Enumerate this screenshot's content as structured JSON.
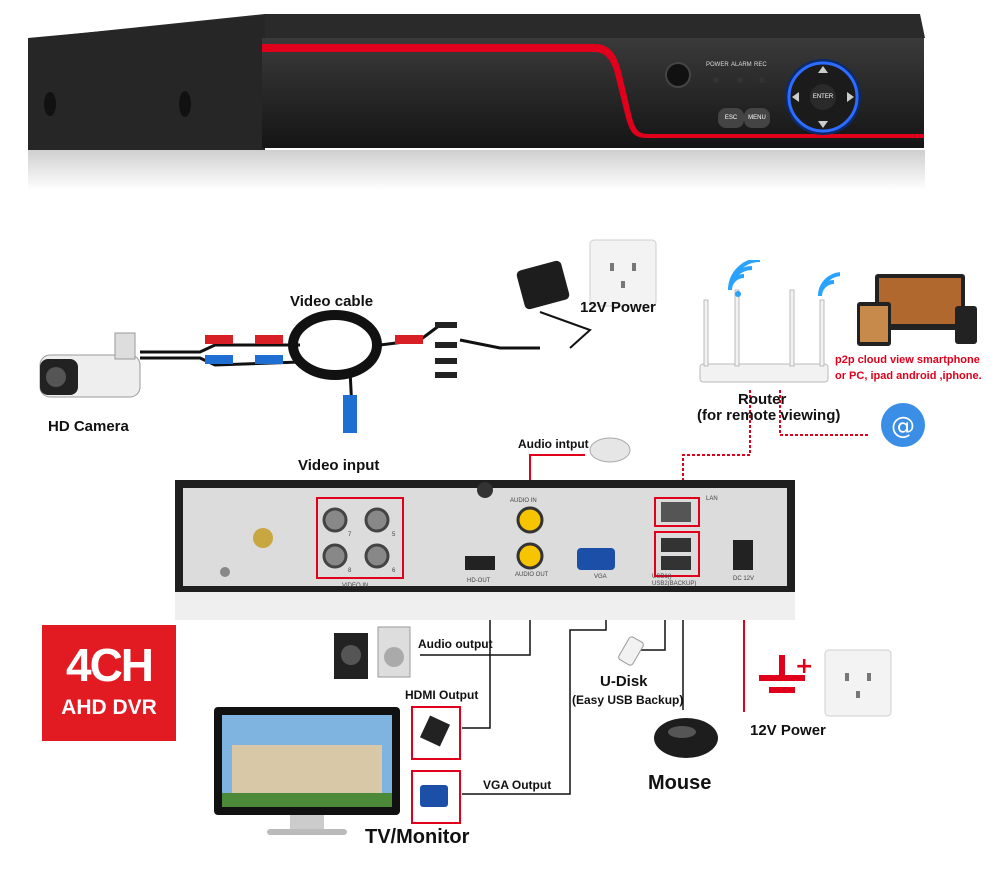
{
  "dvr_front": {
    "indicator_labels": [
      "POWER",
      "ALARM",
      "REC"
    ],
    "buttons": [
      "ESC",
      "MENU"
    ],
    "dpad_center": "ENTER"
  },
  "labels": {
    "video_cable": "Video cable",
    "hd_camera": "HD Camera",
    "video_input": "Video input",
    "power_top": "12V Power",
    "router": "Router",
    "router_sub": "(for remote viewing)",
    "p2p_line1": "p2p cloud  view smartphone",
    "p2p_line2": "or PC, ipad android ,iphone.",
    "audio_input": "Audio intput",
    "audio_output": "Audio output",
    "hdmi_output": "HDMI Output",
    "vga_output": "VGA Output",
    "udisk": "U-Disk",
    "udisk_sub": "(Easy USB Backup)",
    "mouse": "Mouse",
    "power_bottom": "12V Power",
    "tv_monitor": "TV/Monitor"
  },
  "badge": {
    "line1": "4CH",
    "line2": "AHD DVR"
  },
  "dvr_back": {
    "video_in": "VIDEO IN",
    "hd_out": "HD-OUT",
    "audio_in": "AUDIO IN",
    "audio_out": "AUDIO OUT",
    "vga": "VGA",
    "lan": "LAN",
    "usb1": "USB1()",
    "usb2": "USB2(BACKUP)",
    "dc": "DC 12V",
    "channel_numbers": [
      "7",
      "5",
      "8",
      "6"
    ]
  },
  "colors": {
    "accent_red": "#e0001b",
    "badge_red": "#e21a22",
    "dvr_body": "#1f1f1f"
  }
}
